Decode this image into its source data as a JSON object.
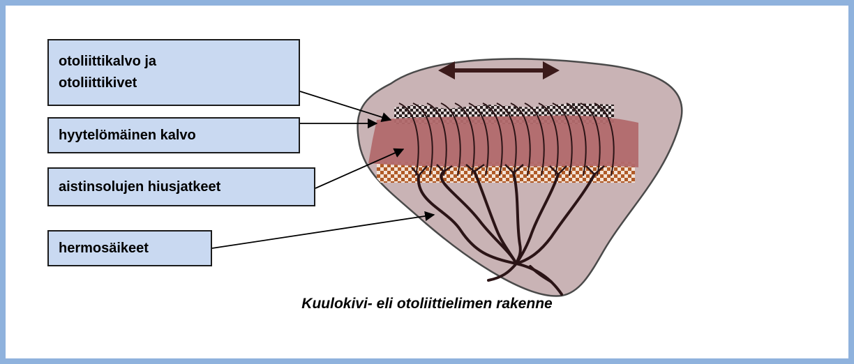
{
  "labels": {
    "otoliths": "otoliittikalvo ja\notoliittikivet",
    "gel": "hyytelömäinen kalvo",
    "hair": "aistinsolujen hiusjatkeet",
    "nerve": "hermosäikeet"
  },
  "caption": "Kuulokivi- eli otoliittielimen rakenne",
  "colors": {
    "frame": "#8fb2dd",
    "label_fill": "#c9d9f1",
    "organ_fill": "#c9b3b5",
    "gel_layer": "#b26a6d",
    "hair_cell_layer": "#b8662e",
    "nerve": "#2b1416"
  },
  "icons": [
    "double-arrow-icon"
  ]
}
